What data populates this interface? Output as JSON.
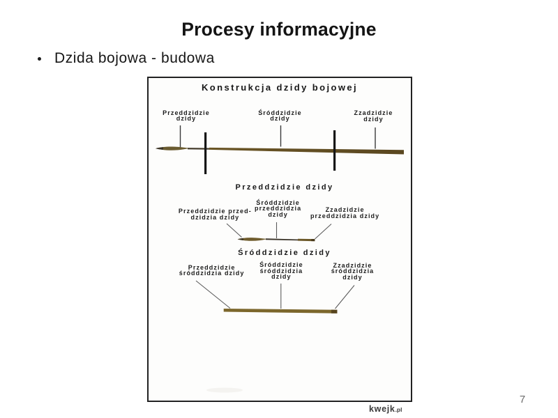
{
  "slide": {
    "title": "Procesy informacyjne",
    "bullet": "Dzida bojowa - budowa",
    "page_number": "7"
  },
  "meme": {
    "title": "Konstrukcja dzidy bojowej",
    "watermark": {
      "name": "kwejk",
      "tld": ".pl"
    },
    "section1": {
      "labels": [
        "Przeddzidzie\ndzidy",
        "Śróddzidzie\ndzidy",
        "Zzadzidzie\ndzidy"
      ]
    },
    "section2": {
      "heading": "Przeddzidzie dzidy",
      "labels": [
        "Przeddzidzie przed-\ndzidzia dzidy",
        "Śróddzidzie\nprzeddzidzia\ndzidy",
        "Zzadzidzie\nprzeddzidzia dzidy"
      ]
    },
    "section3": {
      "heading": "Śróddzidzie dzidy",
      "labels": [
        "Przeddzidzie\nśróddzidzia dzidy",
        "Śróddzidzie\nśróddzidzia\ndzidy",
        "Zzadzidzie\nśróddzidzia\ndzidy"
      ]
    }
  },
  "colors": {
    "text": "#141414",
    "frame_border": "#222222",
    "spear_head": "#6f5f33",
    "spear_shaft_dark": "#332d24",
    "spear_shaft_brown": "#5e4a21",
    "page_number": "#6a6a6a",
    "watermark": "#3b3b3b"
  }
}
